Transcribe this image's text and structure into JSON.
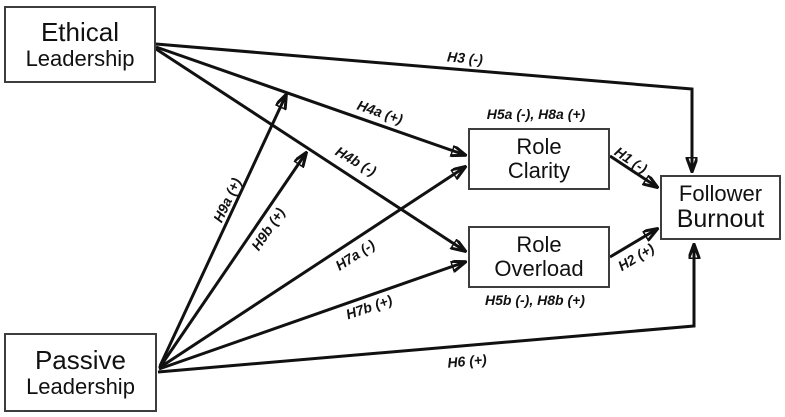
{
  "diagram": {
    "title_implicit": "Hypothesized moderated mediation model of leadership and follower burnout",
    "boxes": {
      "ethical": {
        "line1": "Ethical",
        "line2": "Leadership"
      },
      "passive": {
        "line1": "Passive",
        "line2": "Leadership"
      },
      "role_clarity": {
        "line1": "Role",
        "line2": "Clarity"
      },
      "role_overload": {
        "line1": "Role",
        "line2": "Overload"
      },
      "follower_burnout": {
        "line1": "Follower",
        "line2": "Burnout"
      }
    },
    "path_labels": {
      "h1": "H1 (-)",
      "h2": "H2 (+)",
      "h3": "H3 (-)",
      "h4a": "H4a (+)",
      "h4b": "H4b (-)",
      "h6": "H6 (+)",
      "h7a": "H7a (-)",
      "h7b": "H7b (+)",
      "h9a": "H9a (+)",
      "h9b": "H9b (+)",
      "h5a_h8a": "H5a (-), H8a (+)",
      "h5b_h8b": "H5b (-), H8b (+)"
    },
    "colors": {
      "background": "#ffffff",
      "line": "#111111",
      "box_border": "#3d3d3d",
      "text": "#111111"
    }
  }
}
